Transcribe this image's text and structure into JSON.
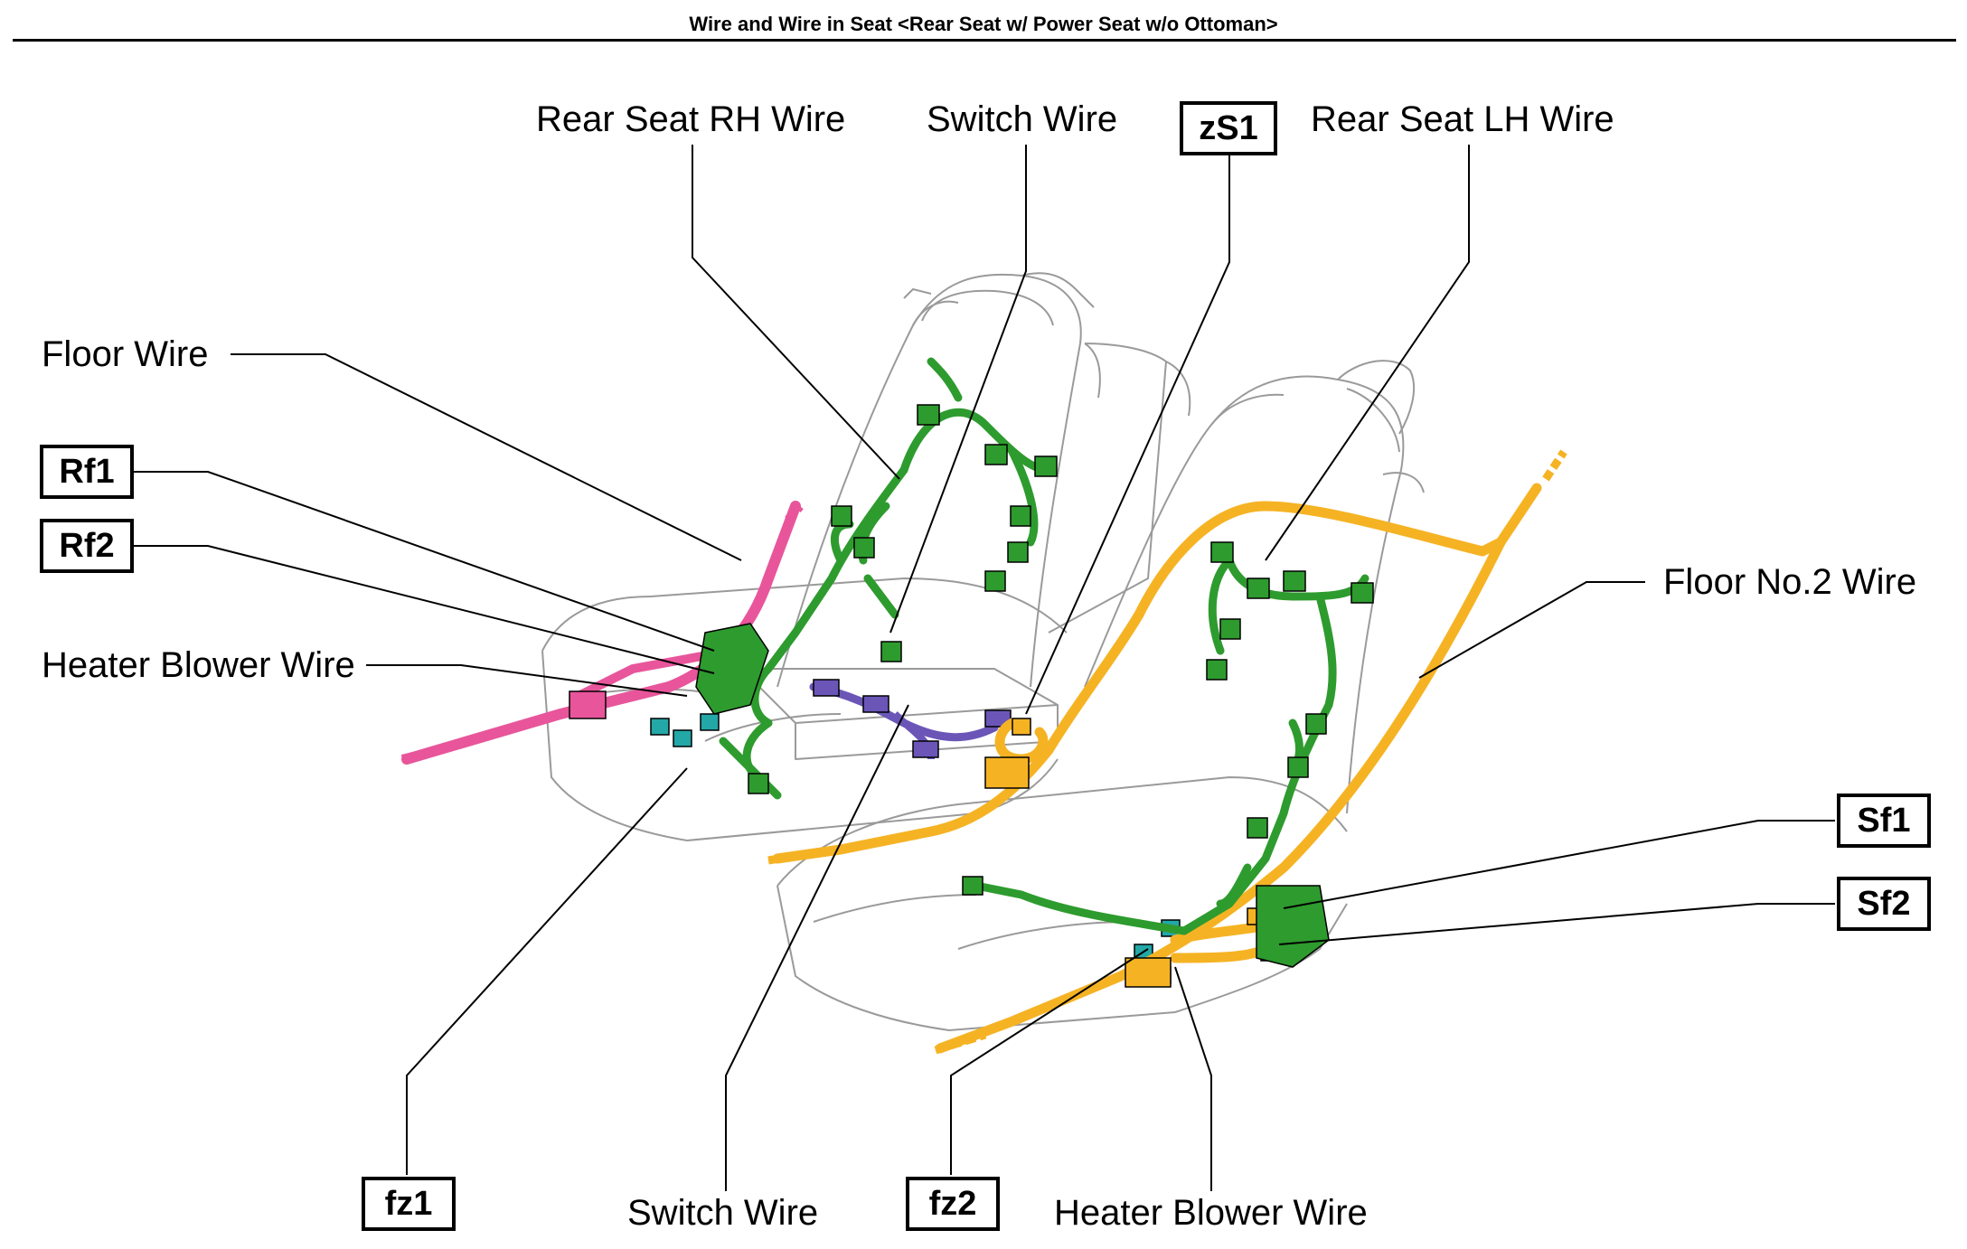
{
  "title": "Wire and Wire in Seat <Rear Seat w/ Power Seat w/o Ottoman>",
  "colors": {
    "floor_wire": "#e8559b",
    "harness_green": "#2e9b2e",
    "switch_wire": "#6b56b8",
    "floor_no2_wire": "#f5b324",
    "connector_teal": "#24a7a7",
    "seat_outline": "#9a9a9a",
    "leader_line": "#000000"
  },
  "labels": {
    "rear_seat_rh_wire": "Rear Seat RH Wire",
    "switch_wire_top": "Switch Wire",
    "rear_seat_lh_wire": "Rear Seat LH Wire",
    "floor_wire": "Floor Wire",
    "heater_blower_wire_left": "Heater Blower Wire",
    "floor_no2_wire": "Floor No.2 Wire",
    "switch_wire_bottom": "Switch Wire",
    "heater_blower_wire_bottom": "Heater Blower Wire"
  },
  "connectors": {
    "zs1": "zS1",
    "rf1": "Rf1",
    "rf2": "Rf2",
    "sf1": "Sf1",
    "sf2": "Sf2",
    "fz1": "fz1",
    "fz2": "fz2"
  }
}
